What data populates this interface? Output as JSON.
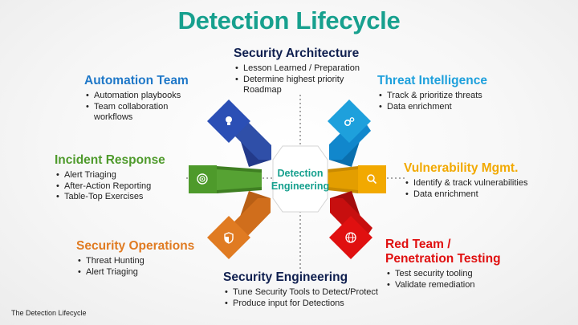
{
  "title": "Detection Lifecycle",
  "center": {
    "line1": "Detection",
    "line2": "Engineering"
  },
  "footer": "The Detection Lifecycle",
  "colors": {
    "title": "#17a08e",
    "security_architecture": "#0f1f4f",
    "automation_team": "#1f78c8",
    "threat_intelligence": "#1ea0dc",
    "incident_response": "#4e9a2b",
    "vulnerability_mgmt": "#f2a900",
    "security_operations": "#e07b22",
    "red_team": "#e01010",
    "security_engineering": "#0f1f4f"
  },
  "sections": {
    "security_architecture": {
      "title": "Security Architecture",
      "items": [
        "Lesson Learned / Preparation",
        "Determine highest priority Roadmap"
      ]
    },
    "automation_team": {
      "title": "Automation Team",
      "items": [
        "Automation playbooks",
        "Team collaboration workflows"
      ]
    },
    "threat_intelligence": {
      "title": "Threat Intelligence",
      "items": [
        "Track & prioritize threats",
        "Data enrichment"
      ]
    },
    "incident_response": {
      "title": "Incident Response",
      "items": [
        "Alert Triaging",
        "After-Action Reporting",
        "Table-Top Exercises"
      ]
    },
    "vulnerability_mgmt": {
      "title": "Vulnerability Mgmt.",
      "items": [
        "Identify & track vulnerabilities",
        "Data enrichment"
      ]
    },
    "security_operations": {
      "title": "Security Operations",
      "items": [
        "Threat Hunting",
        "Alert Triaging"
      ]
    },
    "red_team": {
      "title_line1": "Red Team /",
      "title_line2": "Penetration Testing",
      "items": [
        "Test security tooling",
        "Validate remediation"
      ]
    },
    "security_engineering": {
      "title": "Security Engineering",
      "items": [
        "Tune Security Tools to Detect/Protect",
        "Produce input for Detections"
      ]
    }
  },
  "icons": {
    "automation_team": "lightbulb-icon",
    "threat_intelligence": "gears-icon",
    "incident_response": "target-icon",
    "vulnerability_mgmt": "magnifier-icon",
    "security_operations": "shield-icon",
    "red_team": "globe-icon"
  }
}
